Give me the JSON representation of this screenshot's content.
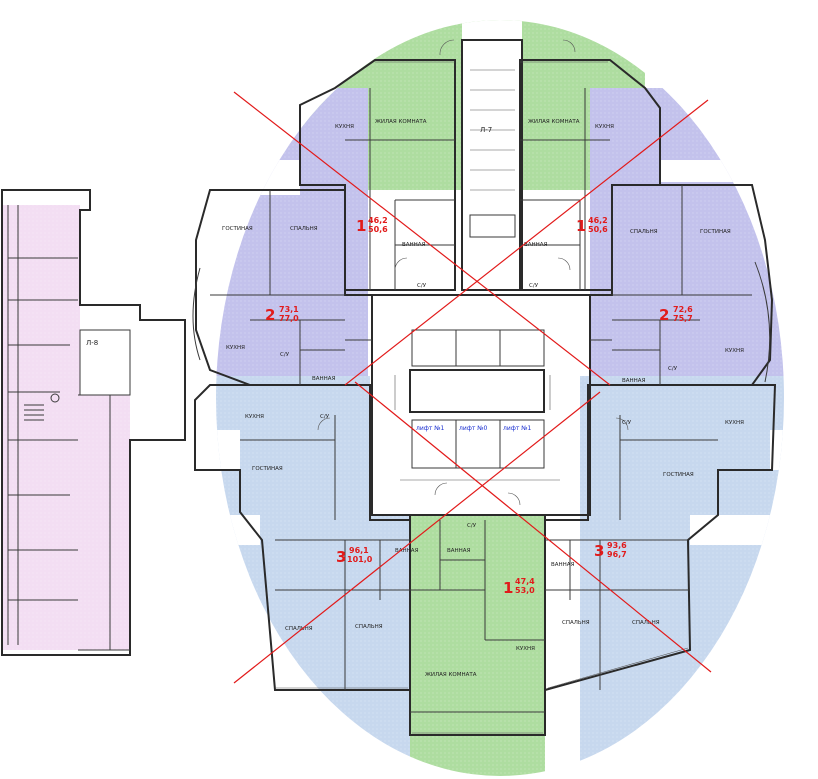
{
  "colors": {
    "green_zone": "#aedda0",
    "violet_zone": "#c3c2ec",
    "blue_zone": "#c7d8ee",
    "pink_zone": "#f3def3",
    "cross_lines": "#e21a1a",
    "wall": "#2a2a2a",
    "lift_text": "#1a2fd0"
  },
  "stairs": {
    "top": "Л-7",
    "left": "Л-8"
  },
  "apartments": [
    {
      "num": "1",
      "area_line1": "46,2",
      "area_line2": "50,6"
    },
    {
      "num": "1",
      "area_line1": "46,2",
      "area_line2": "50,6"
    },
    {
      "num": "2",
      "area_line1": "73,1",
      "area_line2": "77,0"
    },
    {
      "num": "2",
      "area_line1": "72,6",
      "area_line2": "75,7"
    },
    {
      "num": "3",
      "area_line1": "96,1",
      "area_line2": "101,0"
    },
    {
      "num": "3",
      "area_line1": "93,6",
      "area_line2": "96,7"
    },
    {
      "num": "1",
      "area_line1": "47,4",
      "area_line2": "53,0"
    }
  ],
  "rooms": {
    "kitchen": "КУХНЯ",
    "living": "ЖИЛАЯ КОМНАТА",
    "lounge": "ГОСТИНАЯ",
    "bedroom": "СПАЛЬНЯ",
    "bath": "ВАННАЯ",
    "wc": "С/У"
  },
  "lifts": [
    "лифт №1",
    "лифт №0",
    "лифт №1"
  ]
}
